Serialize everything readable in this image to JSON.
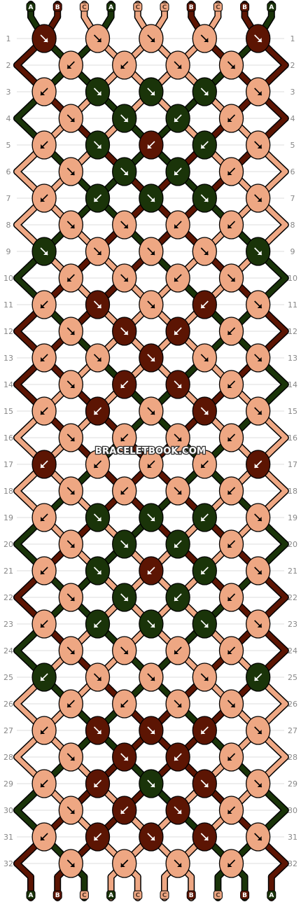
{
  "colors": {
    "A": "#1a3409",
    "B": "#5c1503",
    "C": "#eea783",
    "outline": "#000000",
    "grid": "#dddddd",
    "label": "#888888",
    "background": "#ffffff"
  },
  "strands_top": [
    "A",
    "B",
    "C",
    "A",
    "C",
    "C",
    "B",
    "C",
    "B",
    "A"
  ],
  "strands_bottom": [
    "A",
    "B",
    "C",
    "A",
    "C",
    "C",
    "B",
    "C",
    "B",
    "A"
  ],
  "row_labels": [
    "1",
    "2",
    "3",
    "4",
    "5",
    "6",
    "7",
    "8",
    "9",
    "10",
    "11",
    "12",
    "13",
    "14",
    "15",
    "16",
    "17",
    "18",
    "19",
    "20",
    "21",
    "22",
    "23",
    "24",
    "25",
    "26",
    "27",
    "28",
    "29",
    "30",
    "31",
    "32"
  ],
  "watermark": "BRACELETBOOK.COM",
  "knot_icon": "arrow-icon",
  "knot_rows": [
    [
      {
        "c": "B",
        "d": "se"
      },
      {
        "c": "C",
        "d": "se"
      },
      {
        "c": "C",
        "d": "se"
      },
      {
        "c": "C",
        "d": "se"
      },
      {
        "c": "B",
        "d": "se"
      }
    ],
    [
      {
        "c": "C",
        "d": "sw"
      },
      {
        "c": "C",
        "d": "sw"
      },
      {
        "c": "C",
        "d": "se"
      },
      {
        "c": "C",
        "d": "se"
      }
    ],
    [
      {
        "c": "C",
        "d": "sw"
      },
      {
        "c": "A",
        "d": "se"
      },
      {
        "c": "A",
        "d": "se"
      },
      {
        "c": "A",
        "d": "se"
      },
      {
        "c": "C",
        "d": "se"
      }
    ],
    [
      {
        "c": "C",
        "d": "se"
      },
      {
        "c": "A",
        "d": "se"
      },
      {
        "c": "A",
        "d": "sw"
      },
      {
        "c": "C",
        "d": "sw"
      }
    ],
    [
      {
        "c": "C",
        "d": "sw"
      },
      {
        "c": "A",
        "d": "se"
      },
      {
        "c": "B",
        "d": "sw"
      },
      {
        "c": "A",
        "d": "sw"
      },
      {
        "c": "C",
        "d": "se"
      }
    ],
    [
      {
        "c": "C",
        "d": "se"
      },
      {
        "c": "A",
        "d": "se"
      },
      {
        "c": "A",
        "d": "sw"
      },
      {
        "c": "C",
        "d": "sw"
      }
    ],
    [
      {
        "c": "C",
        "d": "sw"
      },
      {
        "c": "A",
        "d": "sw"
      },
      {
        "c": "A",
        "d": "se"
      },
      {
        "c": "A",
        "d": "se"
      },
      {
        "c": "C",
        "d": "se"
      }
    ],
    [
      {
        "c": "C",
        "d": "se"
      },
      {
        "c": "C",
        "d": "se"
      },
      {
        "c": "C",
        "d": "sw"
      },
      {
        "c": "C",
        "d": "sw"
      }
    ],
    [
      {
        "c": "A",
        "d": "se"
      },
      {
        "c": "C",
        "d": "se"
      },
      {
        "c": "C",
        "d": "se"
      },
      {
        "c": "C",
        "d": "se"
      },
      {
        "c": "A",
        "d": "se"
      }
    ],
    [
      {
        "c": "C",
        "d": "sw"
      },
      {
        "c": "C",
        "d": "se"
      },
      {
        "c": "C",
        "d": "sw"
      },
      {
        "c": "C",
        "d": "se"
      }
    ],
    [
      {
        "c": "C",
        "d": "sw"
      },
      {
        "c": "B",
        "d": "se"
      },
      {
        "c": "C",
        "d": "se"
      },
      {
        "c": "B",
        "d": "sw"
      },
      {
        "c": "C",
        "d": "se"
      }
    ],
    [
      {
        "c": "C",
        "d": "se"
      },
      {
        "c": "B",
        "d": "se"
      },
      {
        "c": "B",
        "d": "sw"
      },
      {
        "c": "C",
        "d": "sw"
      }
    ],
    [
      {
        "c": "C",
        "d": "sw"
      },
      {
        "c": "C",
        "d": "se"
      },
      {
        "c": "B",
        "d": "se"
      },
      {
        "c": "C",
        "d": "se"
      },
      {
        "c": "C",
        "d": "se"
      }
    ],
    [
      {
        "c": "C",
        "d": "se"
      },
      {
        "c": "B",
        "d": "sw"
      },
      {
        "c": "B",
        "d": "se"
      },
      {
        "c": "C",
        "d": "sw"
      }
    ],
    [
      {
        "c": "C",
        "d": "sw"
      },
      {
        "c": "B",
        "d": "sw"
      },
      {
        "c": "C",
        "d": "se"
      },
      {
        "c": "B",
        "d": "se"
      },
      {
        "c": "C",
        "d": "se"
      }
    ],
    [
      {
        "c": "C",
        "d": "se"
      },
      {
        "c": "C",
        "d": "sw"
      },
      {
        "c": "C",
        "d": "se"
      },
      {
        "c": "C",
        "d": "sw"
      }
    ],
    [
      {
        "c": "B",
        "d": "sw"
      },
      {
        "c": "C",
        "d": "sw"
      },
      {
        "c": "C",
        "d": "sw"
      },
      {
        "c": "C",
        "d": "sw"
      },
      {
        "c": "B",
        "d": "sw"
      }
    ],
    [
      {
        "c": "C",
        "d": "se"
      },
      {
        "c": "C",
        "d": "sw"
      },
      {
        "c": "C",
        "d": "se"
      },
      {
        "c": "C",
        "d": "sw"
      }
    ],
    [
      {
        "c": "C",
        "d": "sw"
      },
      {
        "c": "A",
        "d": "se"
      },
      {
        "c": "A",
        "d": "se"
      },
      {
        "c": "A",
        "d": "sw"
      },
      {
        "c": "C",
        "d": "se"
      }
    ],
    [
      {
        "c": "C",
        "d": "se"
      },
      {
        "c": "A",
        "d": "se"
      },
      {
        "c": "A",
        "d": "sw"
      },
      {
        "c": "C",
        "d": "sw"
      }
    ],
    [
      {
        "c": "C",
        "d": "sw"
      },
      {
        "c": "A",
        "d": "se"
      },
      {
        "c": "B",
        "d": "sw"
      },
      {
        "c": "A",
        "d": "sw"
      },
      {
        "c": "C",
        "d": "se"
      }
    ],
    [
      {
        "c": "C",
        "d": "se"
      },
      {
        "c": "A",
        "d": "se"
      },
      {
        "c": "A",
        "d": "sw"
      },
      {
        "c": "C",
        "d": "sw"
      }
    ],
    [
      {
        "c": "C",
        "d": "sw"
      },
      {
        "c": "A",
        "d": "sw"
      },
      {
        "c": "A",
        "d": "se"
      },
      {
        "c": "A",
        "d": "se"
      },
      {
        "c": "C",
        "d": "se"
      }
    ],
    [
      {
        "c": "C",
        "d": "se"
      },
      {
        "c": "C",
        "d": "se"
      },
      {
        "c": "C",
        "d": "sw"
      },
      {
        "c": "C",
        "d": "sw"
      }
    ],
    [
      {
        "c": "A",
        "d": "sw"
      },
      {
        "c": "C",
        "d": "se"
      },
      {
        "c": "C",
        "d": "se"
      },
      {
        "c": "C",
        "d": "se"
      },
      {
        "c": "A",
        "d": "sw"
      }
    ],
    [
      {
        "c": "C",
        "d": "sw"
      },
      {
        "c": "C",
        "d": "sw"
      },
      {
        "c": "C",
        "d": "se"
      },
      {
        "c": "C",
        "d": "se"
      }
    ],
    [
      {
        "c": "C",
        "d": "sw"
      },
      {
        "c": "B",
        "d": "se"
      },
      {
        "c": "B",
        "d": "se"
      },
      {
        "c": "B",
        "d": "sw"
      },
      {
        "c": "C",
        "d": "se"
      }
    ],
    [
      {
        "c": "C",
        "d": "se"
      },
      {
        "c": "B",
        "d": "se"
      },
      {
        "c": "B",
        "d": "sw"
      },
      {
        "c": "C",
        "d": "sw"
      }
    ],
    [
      {
        "c": "C",
        "d": "sw"
      },
      {
        "c": "B",
        "d": "sw"
      },
      {
        "c": "A",
        "d": "se"
      },
      {
        "c": "B",
        "d": "se"
      },
      {
        "c": "C",
        "d": "se"
      }
    ],
    [
      {
        "c": "C",
        "d": "se"
      },
      {
        "c": "B",
        "d": "sw"
      },
      {
        "c": "B",
        "d": "se"
      },
      {
        "c": "C",
        "d": "sw"
      }
    ],
    [
      {
        "c": "C",
        "d": "sw"
      },
      {
        "c": "B",
        "d": "sw"
      },
      {
        "c": "B",
        "d": "se"
      },
      {
        "c": "B",
        "d": "se"
      },
      {
        "c": "C",
        "d": "se"
      }
    ],
    [
      {
        "c": "C",
        "d": "se"
      },
      {
        "c": "C",
        "d": "sw"
      },
      {
        "c": "C",
        "d": "se"
      },
      {
        "c": "C",
        "d": "sw"
      }
    ]
  ]
}
